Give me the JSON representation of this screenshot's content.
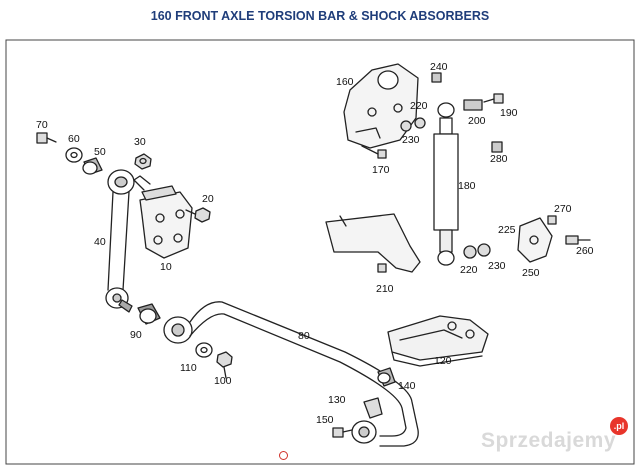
{
  "title": "160 FRONT AXLE TORSION BAR & SHOCK ABSORBERS",
  "colors": {
    "title": "#1f3d7a",
    "line": "#222222",
    "frame": "#444444",
    "watermark_badge": "#e8352b",
    "ring": "#d0322b"
  },
  "parts": [
    {
      "id": "p70",
      "text": "70"
    },
    {
      "id": "p60",
      "text": "60"
    },
    {
      "id": "p50",
      "text": "50"
    },
    {
      "id": "p30",
      "text": "30"
    },
    {
      "id": "p20",
      "text": "20"
    },
    {
      "id": "p40",
      "text": "40"
    },
    {
      "id": "p10",
      "text": "10"
    },
    {
      "id": "p90",
      "text": "90"
    },
    {
      "id": "p80",
      "text": "80"
    },
    {
      "id": "p110",
      "text": "110"
    },
    {
      "id": "p100",
      "text": "100"
    },
    {
      "id": "p130",
      "text": "130"
    },
    {
      "id": "p140",
      "text": "140"
    },
    {
      "id": "p150",
      "text": "150"
    },
    {
      "id": "p120",
      "text": "120"
    },
    {
      "id": "p160",
      "text": "160"
    },
    {
      "id": "p240",
      "text": "240"
    },
    {
      "id": "p220a",
      "text": "220"
    },
    {
      "id": "p200",
      "text": "200"
    },
    {
      "id": "p190",
      "text": "190"
    },
    {
      "id": "p230a",
      "text": "230"
    },
    {
      "id": "p170",
      "text": "170"
    },
    {
      "id": "p280",
      "text": "280"
    },
    {
      "id": "p180",
      "text": "180"
    },
    {
      "id": "p270",
      "text": "270"
    },
    {
      "id": "p225",
      "text": "225"
    },
    {
      "id": "p260",
      "text": "260"
    },
    {
      "id": "p250",
      "text": "250"
    },
    {
      "id": "p220b",
      "text": "220"
    },
    {
      "id": "p230b",
      "text": "230"
    },
    {
      "id": "p210",
      "text": "210"
    }
  ],
  "watermark": {
    "text": "Sprzedajemy",
    "badge": ".pl"
  }
}
